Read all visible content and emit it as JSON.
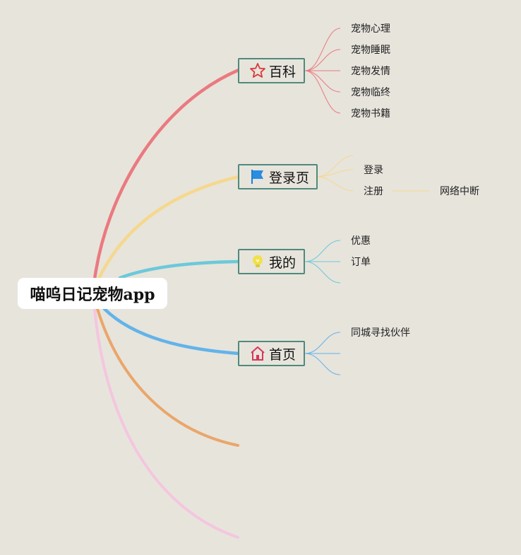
{
  "root": {
    "title": "喵呜日记宠物app"
  },
  "branches": [
    {
      "label": "百科",
      "icon": "star-icon",
      "color": "#ea7a7f",
      "children": [
        "宠物心理",
        "宠物睡眠",
        "宠物发情",
        "宠物临终",
        "宠物书籍"
      ]
    },
    {
      "label": "登录页",
      "icon": "flag-icon",
      "color": "#f5d88e",
      "children": [
        "登录",
        "注册"
      ],
      "sub_children": {
        "注册": [
          "网络中断"
        ]
      }
    },
    {
      "label": "我的",
      "icon": "lightbulb-icon",
      "color": "#6cc9d9",
      "children": [
        "优惠",
        "订单",
        ""
      ]
    },
    {
      "label": "首页",
      "icon": "home-icon",
      "color": "#62b3ea",
      "children": [
        "同城寻找伙伴",
        "",
        ""
      ]
    },
    {
      "label": "",
      "color": "#eaa66a",
      "children": []
    },
    {
      "label": "",
      "color": "#f4c6df",
      "children": []
    }
  ]
}
